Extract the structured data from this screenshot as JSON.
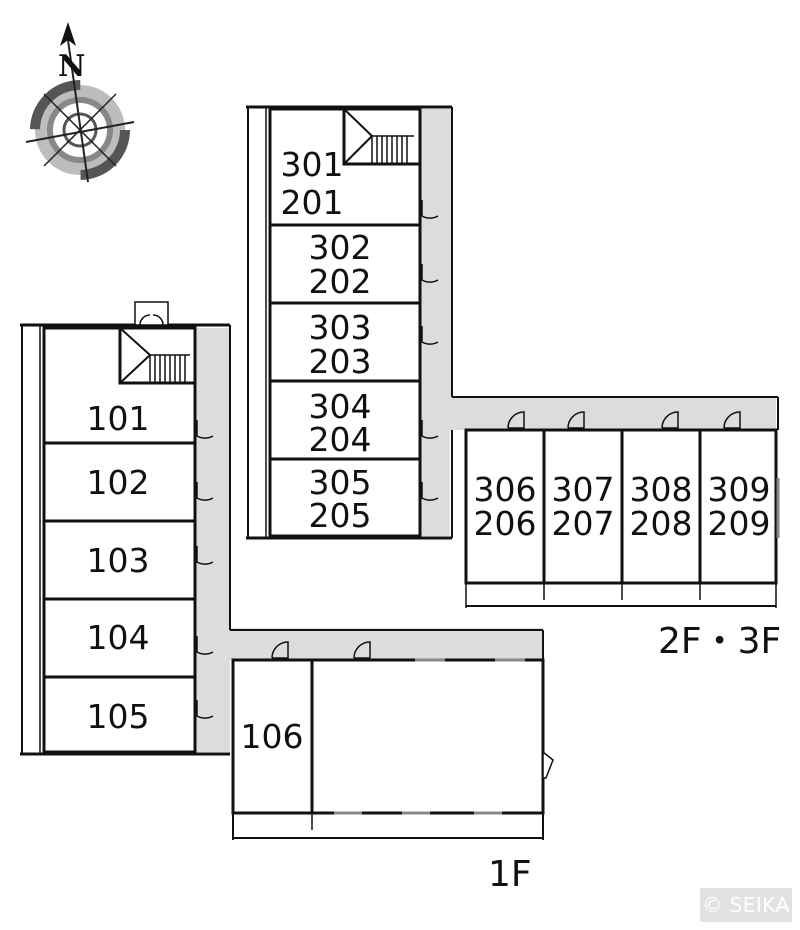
{
  "compass": {
    "north_label": "N"
  },
  "floors": {
    "upper_label": "2F・3F",
    "ground_label": "1F"
  },
  "rooms_1f": [
    "101",
    "102",
    "103",
    "104",
    "105",
    "106"
  ],
  "rooms_upper_west": [
    {
      "top": "301",
      "bottom": "201"
    },
    {
      "top": "302",
      "bottom": "202"
    },
    {
      "top": "303",
      "bottom": "203"
    },
    {
      "top": "304",
      "bottom": "204"
    },
    {
      "top": "305",
      "bottom": "205"
    }
  ],
  "rooms_upper_east": [
    {
      "top": "306",
      "bottom": "206"
    },
    {
      "top": "307",
      "bottom": "207"
    },
    {
      "top": "308",
      "bottom": "208"
    },
    {
      "top": "309",
      "bottom": "209"
    }
  ],
  "credit": "© SEIKA"
}
